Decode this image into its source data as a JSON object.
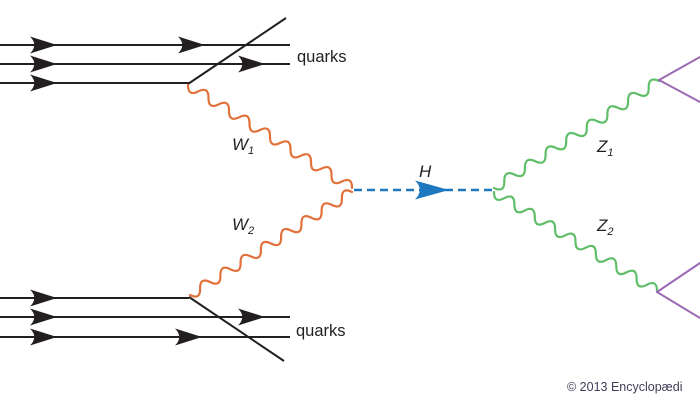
{
  "diagram": {
    "labels": {
      "quarks_top": "quarks",
      "quarks_bottom": "quarks",
      "w1": {
        "base": "W",
        "sub": "1"
      },
      "w2": {
        "base": "W",
        "sub": "2"
      },
      "z1": {
        "base": "Z",
        "sub": "1"
      },
      "z2": {
        "base": "Z",
        "sub": "2"
      },
      "higgs": "H"
    },
    "colors": {
      "quark_lines": "#231F20",
      "w_boson": "#E1703A",
      "z_boson": "#5FBE68",
      "higgs": "#1E78BF",
      "leptons": "#9C69B4",
      "text": "#231F20",
      "copyright": "#3E3E57"
    },
    "copyright": "© 2013 Encyclopædi"
  }
}
